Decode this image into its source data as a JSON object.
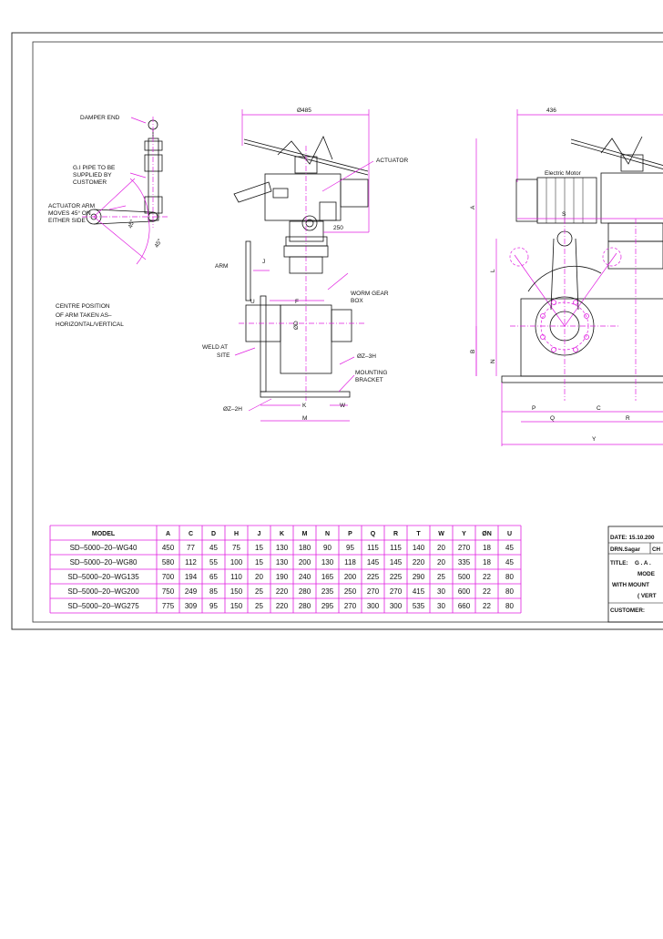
{
  "drawing": {
    "left_view_labels": {
      "damper_end": "DAMPER END",
      "gi_pipe": [
        "G.I PIPE TO BE",
        "SUPPLIED BY",
        "CUSTOMER"
      ],
      "actuator_arm": [
        "ACTUATOR ARM",
        "MOVES 45° ON",
        "EITHER SIDE"
      ],
      "angle_1": "45°",
      "angle_2": "45°",
      "centre_note": [
        "CENTRE POSITION",
        "OF ARM TAKEN AS–",
        "HORIZONTAL/VERTICAL"
      ]
    },
    "center_view_labels": {
      "dia485": "Ø485",
      "actuator": "ACTUATOR",
      "dim250": "250",
      "arm": "ARM",
      "worm_gear": [
        "WORM GEAR",
        "BOX"
      ],
      "weld": [
        "WELD AT",
        "SITE"
      ],
      "oz3h": "ØZ–3H",
      "mounting": [
        "MOUNTING",
        "BRACKET"
      ],
      "oz2h": "ØZ–2H",
      "J": "J",
      "U": "U",
      "F": "F",
      "OD": "ØD",
      "K": "K",
      "W": "W",
      "M": "M"
    },
    "right_view_labels": {
      "dim436": "436",
      "electric_motor": "Electric Motor",
      "A": "A",
      "S": "S",
      "L": "L",
      "B": "B",
      "N": "N",
      "P": "P",
      "C": "C",
      "Q": "Q",
      "R": "R",
      "Y": "Y"
    }
  },
  "spec_table": {
    "headers": [
      "MODEL",
      "A",
      "C",
      "D",
      "H",
      "J",
      "K",
      "M",
      "N",
      "P",
      "Q",
      "R",
      "T",
      "W",
      "Y",
      "ØN",
      "U"
    ],
    "rows": [
      [
        "SD–5000–20–WG40",
        "450",
        "77",
        "45",
        "75",
        "15",
        "130",
        "180",
        "90",
        "95",
        "115",
        "115",
        "140",
        "20",
        "270",
        "18",
        "45"
      ],
      [
        "SD–5000–20–WG80",
        "580",
        "112",
        "55",
        "100",
        "15",
        "130",
        "200",
        "130",
        "118",
        "145",
        "145",
        "220",
        "20",
        "335",
        "18",
        "45"
      ],
      [
        "SD–5000–20–WG135",
        "700",
        "194",
        "65",
        "110",
        "20",
        "190",
        "240",
        "165",
        "200",
        "225",
        "225",
        "290",
        "25",
        "500",
        "22",
        "80"
      ],
      [
        "SD–5000–20–WG200",
        "750",
        "249",
        "85",
        "150",
        "25",
        "220",
        "280",
        "235",
        "250",
        "270",
        "270",
        "415",
        "30",
        "600",
        "22",
        "80"
      ],
      [
        "SD–5000–20–WG275",
        "775",
        "309",
        "95",
        "150",
        "25",
        "220",
        "280",
        "295",
        "270",
        "300",
        "300",
        "535",
        "30",
        "660",
        "22",
        "80"
      ]
    ]
  },
  "title_block": {
    "date": "DATE: 15.10.200",
    "drn": "DRN.Sagar",
    "ch": "CH",
    "title": "TITLE:",
    "title_text": "G . A .",
    "model": "MODE",
    "with_mount": "WITH MOUNT",
    "vert": "( VERT",
    "customer": "CUSTOMER:"
  },
  "colors": {
    "magenta": "#e01ee0",
    "ink": "#111111",
    "frame": "#333333"
  }
}
